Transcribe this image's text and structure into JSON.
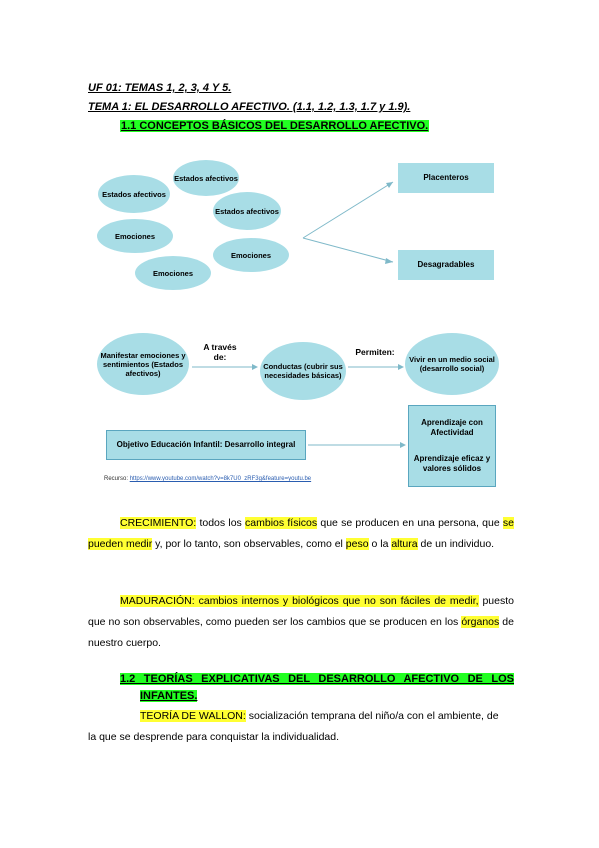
{
  "header": {
    "uf": "UF 01: TEMAS 1, 2, 3, 4 Y 5.",
    "tema": "TEMA 1: EL DESARROLLO AFECTIVO. (1.1, 1.2, 1.3, 1.7 y 1.9)."
  },
  "section1": {
    "title": "1.1 CONCEPTOS BÁSICOS DEL DESARROLLO AFECTIVO."
  },
  "diagram1": {
    "ellipses": [
      "Estados afectivos",
      "Estados afectivos",
      "Estados afectivos",
      "Emociones",
      "Emociones",
      "Emociones"
    ],
    "boxes": [
      "Placenteros",
      "Desagradables"
    ]
  },
  "diagram2": {
    "nodes": {
      "manifestar": "Manifestar emociones y sentimientos (Estados afectivos)",
      "conductas": "Conductas (cubrir sus necesidades básicas)",
      "vivir": "Vivir en un medio social (desarrollo social)"
    },
    "labels": {
      "a_traves": "A través de:",
      "permiten": "Permiten:"
    },
    "objetivo": "Objetivo Educación Infantil: Desarrollo integral",
    "aprendizaje1": "Aprendizaje con Afectividad",
    "aprendizaje2": "Aprendizaje eficaz y valores sólidos",
    "recurso_label": "Recurso:",
    "recurso_url": "https://www.youtube.com/watch?v=8k7U0_zRF3g&feature=youtu.be"
  },
  "crecimiento": {
    "term": "CRECIMIENTO:",
    "t1": " todos los ",
    "h1": "cambios físicos",
    "t2": " que se producen en una persona, que ",
    "h2": "se pueden medir",
    "t3": " y, por lo tanto, son observables, como el ",
    "h3": "peso",
    "t4": " o la ",
    "h4": "altura",
    "t5": " de un individuo."
  },
  "maduracion": {
    "highlighted": "MADURACIÓN: cambios internos y biológicos que no son fáciles de medir,",
    "t1": " puesto que no son observables, como pueden ser los cambios que se producen en los ",
    "h1": "órganos",
    "t2": " de nuestro cuerpo."
  },
  "section2": {
    "title_line1": "1.2 TEORÍAS EXPLICATIVAS DEL DESARROLLO AFECTIVO DE LOS",
    "title_line2": "INFANTES.",
    "wallon_term": "TEORÍA DE WALLON:",
    "wallon_l1": " socialización temprana del niño/a con el ambiente, de",
    "wallon_l2": "la que se desprende para conquistar la individualidad."
  }
}
